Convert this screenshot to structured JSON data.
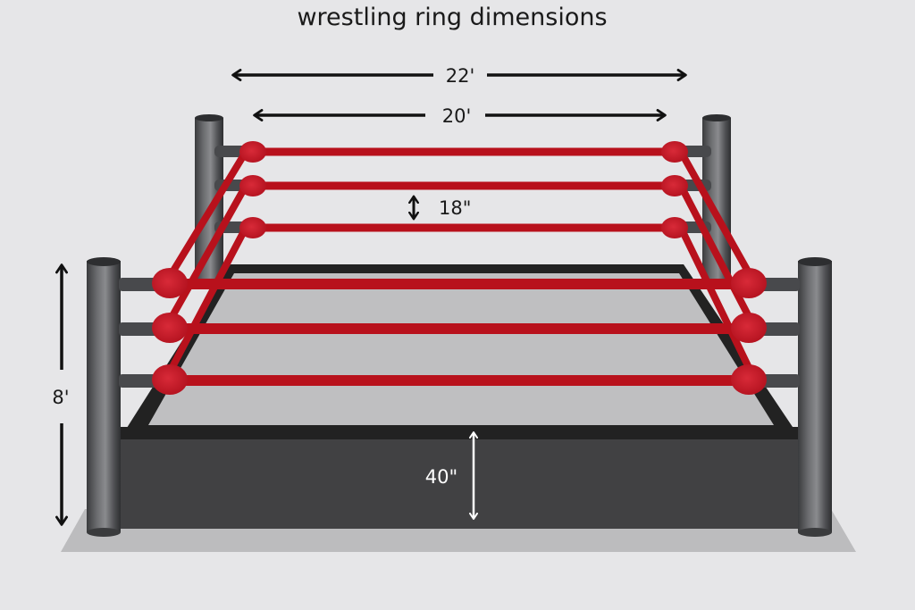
{
  "title": "wrestling ring dimensions",
  "dimensions": {
    "outer_width": "22'",
    "inner_width": "20'",
    "rope_spacing": "18\"",
    "post_height": "8'",
    "platform_height": "40\""
  },
  "colors": {
    "background": "#e6e6e8",
    "rope": "#b8111c",
    "turnbuckle": "#c8202e",
    "post": "#5a5b5e",
    "mat": "#bfbfc1",
    "mat_border": "#222222",
    "apron": "#414143",
    "floor": "#bcbcbe",
    "arrow": "#111111"
  }
}
